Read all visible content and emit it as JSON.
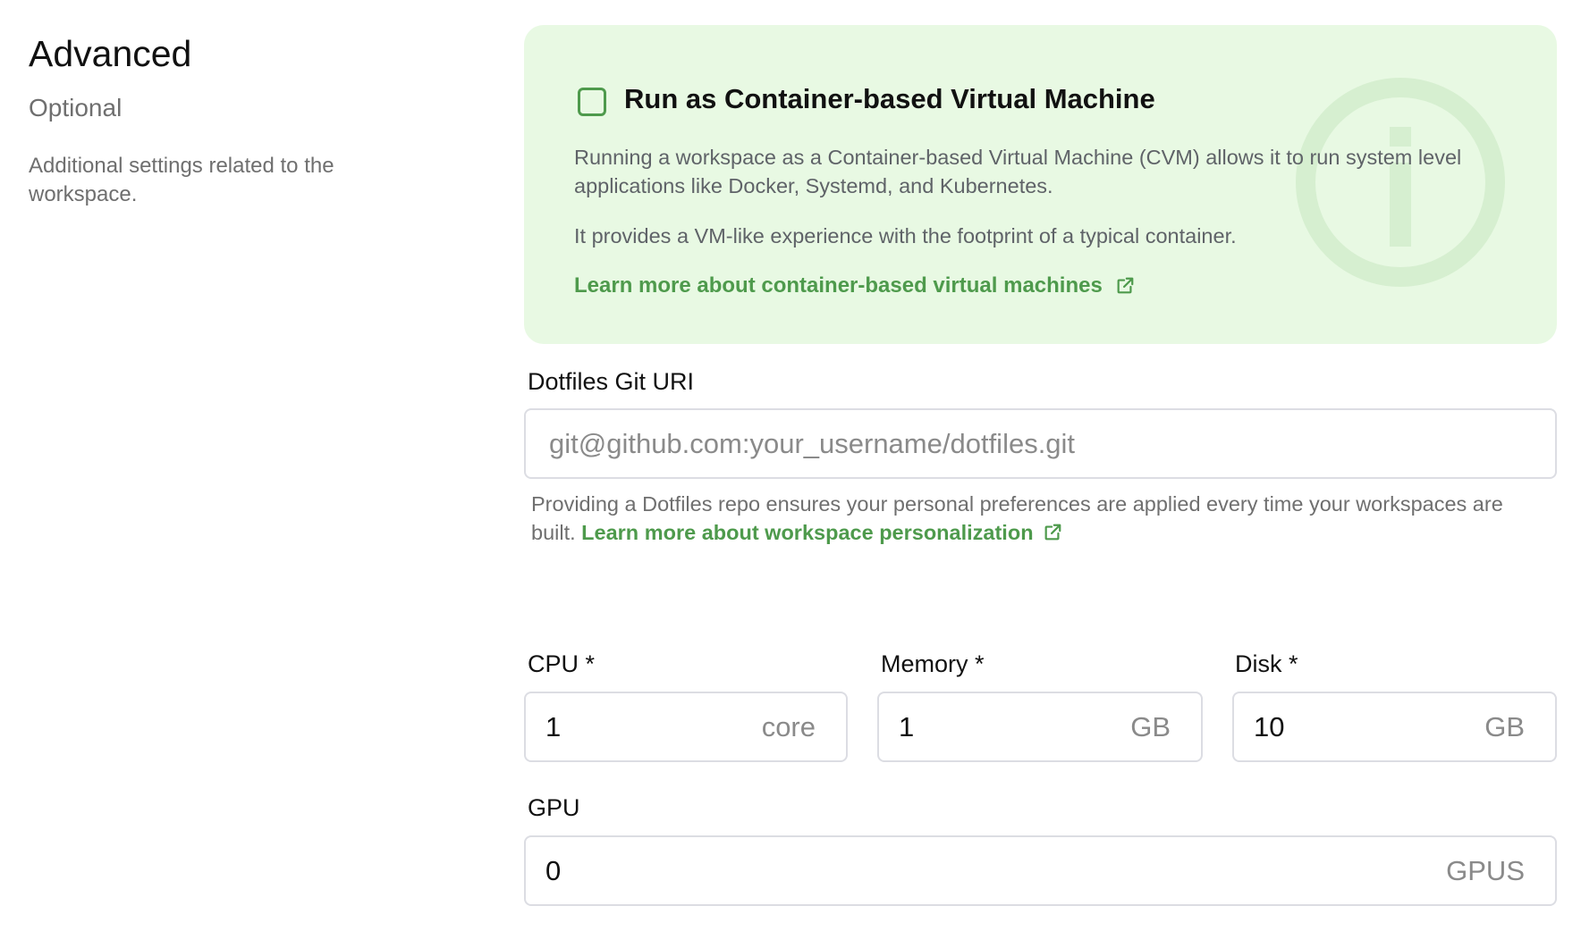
{
  "section": {
    "title": "Advanced",
    "subtitle": "Optional",
    "description": "Additional settings related to the workspace."
  },
  "cvm": {
    "checked": false,
    "title": "Run as Container-based Virtual Machine",
    "paragraph1": "Running a workspace as a Container-based Virtual Machine (CVM) allows it to run system level applications like Docker, Systemd, and Kubernetes.",
    "paragraph2": "It provides a VM-like experience with the footprint of a typical container.",
    "link_label": "Learn more about container-based virtual machines",
    "watermark_icon": "info-icon"
  },
  "dotfiles": {
    "label": "Dotfiles Git URI",
    "value": "",
    "placeholder": "git@github.com:your_username/dotfiles.git",
    "help_text": "Providing a Dotfiles repo ensures your personal preferences are applied every time your workspaces are built.",
    "help_link": "Learn more about workspace personalization"
  },
  "resources": {
    "cpu": {
      "label": "CPU *",
      "value": "1",
      "unit": "core"
    },
    "memory": {
      "label": "Memory *",
      "value": "1",
      "unit": "GB"
    },
    "disk": {
      "label": "Disk *",
      "value": "10",
      "unit": "GB"
    },
    "gpu": {
      "label": "GPU",
      "value": "0",
      "unit": "GPUS"
    }
  },
  "colors": {
    "accent": "#4e9a4c",
    "callout_bg": "#e8f9e3",
    "border": "#dcdde3",
    "muted_text": "#6f6f6f"
  }
}
